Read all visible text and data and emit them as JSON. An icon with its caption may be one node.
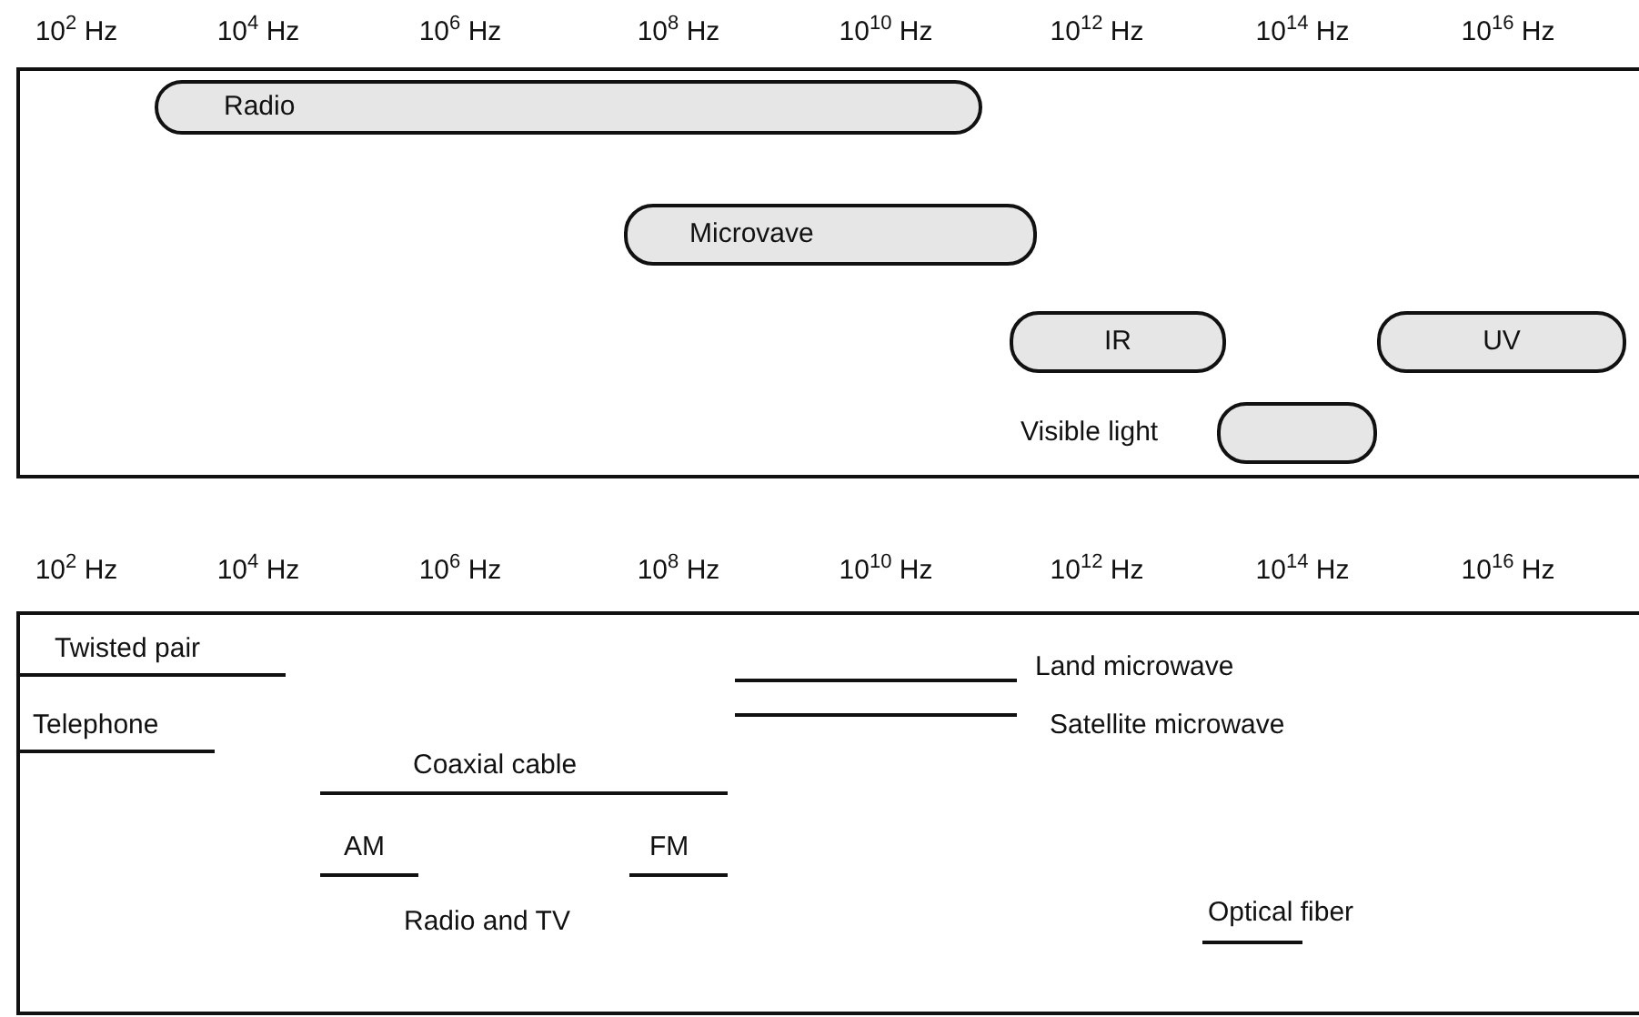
{
  "diagram": {
    "nodes": [
      {
        "text": [],
        "shape": "box"
      },
      {
        "text": [
          "Radio"
        ],
        "in": 0
      },
      {
        "text": [
          "Microvave"
        ],
        "in": 0
      },
      {
        "text": [
          "IR"
        ],
        "in": 0
      },
      {
        "text": [
          "UV"
        ],
        "in": 0
      },
      {
        "text": [],
        "shape": "pill",
        "in": 0,
        "beside": [
          "Visible light"
        ]
      },
      {
        "text": [],
        "shape": "box"
      },
      {
        "text": [
          "Twisted pair"
        ],
        "in": 6
      },
      {
        "text": [
          "Land microwave"
        ],
        "in": 6
      },
      {
        "text": [
          "Satellite microwave"
        ],
        "in": 6
      },
      {
        "text": [
          "Telephone"
        ],
        "in": 6
      },
      {
        "text": [
          "Coaxial cable"
        ],
        "in": 6
      },
      {
        "text": [
          "AM"
        ],
        "in": 6
      },
      {
        "text": [
          "FM"
        ],
        "in": 6
      },
      {
        "text": [
          "Optical fiber"
        ],
        "in": 6
      }
    ],
    "labels": [
      "10$^{2}$ Hz",
      "10$^{4}$ Hz",
      "10$^{6}$ Hz",
      "10$^{8}$ Hz",
      "10$^{10}$ Hz",
      "10$^{12}$ Hz",
      "10$^{14}$ Hz",
      "10$^{16}$ Hz",
      "10$^{2}$ Hz",
      "10$^{4}$ Hz",
      "10$^{6}$ Hz",
      "10$^{8}$ Hz",
      "10$^{10}$ Hz",
      "10$^{12}$ Hz",
      "10$^{14}$ Hz",
      "10$^{16}$ Hz",
      "Radio and TV"
    ]
  }
}
